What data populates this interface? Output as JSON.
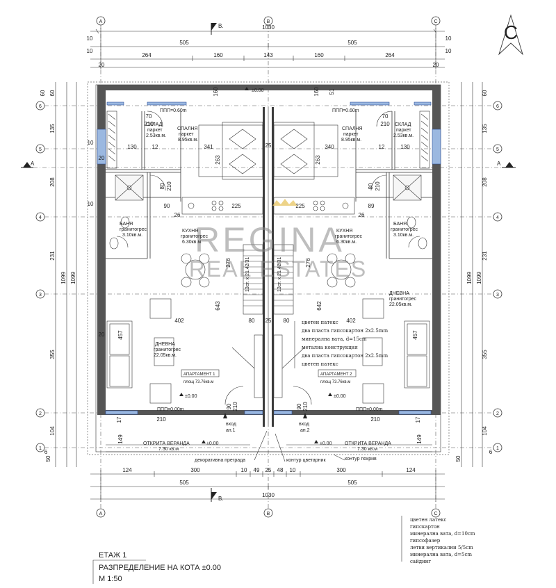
{
  "sheet": {
    "floor": "ЕТАЖ 1",
    "description": "РАЗПРЕДЕЛЕНИЕ НА КОТА ±0.00",
    "scale": "М 1:50"
  },
  "watermark": {
    "line1": "REGINA",
    "line2": "REAL ESTATES"
  },
  "north": {
    "letter": "С"
  },
  "axes": {
    "columns": [
      "А",
      "В",
      "С"
    ],
    "rows": [
      "1",
      "2",
      "3",
      "4",
      "5",
      "6"
    ],
    "section": "А",
    "section_b": "В."
  },
  "dimensions": {
    "top_total": "1030",
    "top_half_left": "505",
    "top_half_right": "505",
    "top_segments": [
      "264",
      "160",
      "143",
      "160",
      "264"
    ],
    "top_small": [
      "10",
      "10",
      "20",
      "20",
      "10",
      "10"
    ],
    "bottom_total": "1030",
    "bottom_half_left": "505",
    "bottom_half_right": "505",
    "bottom_segments": [
      "124",
      "300",
      "10",
      "49",
      "25",
      "48",
      "10",
      "300",
      "124"
    ],
    "side_left": [
      "60",
      "135",
      "208",
      "231",
      "355",
      "104",
      "50"
    ],
    "side_left_total": "1099",
    "side_right": [
      "60",
      "135",
      "208",
      "231",
      "355",
      "104",
      "50"
    ],
    "side_right_total": "1099",
    "interior": [
      "341",
      "263",
      "25",
      "340",
      "263",
      "225",
      "225",
      "276",
      "276",
      "643",
      "642",
      "402",
      "402",
      "457",
      "457",
      "80",
      "25",
      "80",
      "130",
      "130",
      "90",
      "89",
      "26",
      "26",
      "12",
      "12",
      "149",
      "149",
      "17",
      "17",
      "70",
      "210",
      "70",
      "210",
      "80",
      "210",
      "80",
      "210",
      "90",
      "210",
      "90",
      "210",
      "210",
      "210",
      "51",
      "60",
      "160",
      "160",
      "20",
      "20",
      "10",
      "10",
      "6",
      "6"
    ],
    "stairs": [
      "13ст. x 21.42/31",
      "13ст. x 21.42/31"
    ]
  },
  "levels": {
    "top": "±0.00",
    "left_apt": "±0.00",
    "right_apt": "±0.00",
    "veranda_left": "±0.00",
    "veranda_right": "±0.00",
    "ppp_top_left": "ППП=0.60m",
    "ppp_top_right": "ППП=0.60m",
    "ppp_bottom_left": "ППП=0.00m",
    "ppp_bottom_right": "ППП=0.00m"
  },
  "rooms": {
    "storage_left": {
      "name": "СКЛАД",
      "floor": "паркет",
      "area": "2.53кв.м."
    },
    "storage_right": {
      "name": "СКЛАД",
      "floor": "паркет",
      "area": "2.53кв.м."
    },
    "bedroom_left": {
      "name": "СПАЛНЯ",
      "floor": "паркет",
      "area": "8.95кв.м."
    },
    "bedroom_right": {
      "name": "СПАЛНЯ",
      "floor": "паркет",
      "area": "8.95кв.м."
    },
    "bath_left": {
      "name": "БАНЯ",
      "floor": "гранитогрес",
      "area": "3.10кв.м."
    },
    "bath_right": {
      "name": "БАНЯ",
      "floor": "гранитогрес",
      "area": "3.10кв.м."
    },
    "kitchen_left": {
      "name": "КУХНЯ",
      "floor": "гранитогрес",
      "area": "6.30кв.м."
    },
    "kitchen_right": {
      "name": "КУХНЯ",
      "floor": "гранитогрес",
      "area": "6.30кв.м."
    },
    "living_left": {
      "name": "ДНЕВНА",
      "floor": "гранитогрес",
      "area": "22.05кв.м."
    },
    "living_right": {
      "name": "ДНЕВНА",
      "floor": "гранитогрес",
      "area": "22.05кв.м."
    },
    "veranda_left": {
      "name": "ОТКРИТА ВЕРАНДА",
      "area": "7.30 кв.м"
    },
    "veranda_right": {
      "name": "ОТКРИТА ВЕРАНДА",
      "area": "7.30 кв.м"
    }
  },
  "apartments": {
    "left": {
      "label": "АПАРТАМЕНТ 1",
      "area": "площ 73.76кв.м"
    },
    "right": {
      "label": "АПАРТАМЕНТ 2",
      "area": "площ 73.76кв.м"
    }
  },
  "entrances": {
    "left": "вход",
    "left_sub": "ап.1",
    "right": "вход",
    "right_sub": "ап.2"
  },
  "wall_legend": [
    "цветен патекс",
    "два пласта гипсокартон 2x2.5mm",
    "минерална вата, d=15cm",
    "метална конструкция",
    "два пласта гипсокартон 2x2.5mm",
    "цветен патекс"
  ],
  "callouts": {
    "partition": "декоративна преграда",
    "planter": "контур цветарник",
    "roof": "контур покрив"
  },
  "facade_legend": [
    "цветен латекс",
    "гипскартон",
    "минерална вата, d=10cm",
    "гипсофазер",
    "летви вертикални 5/5cm",
    "минерална вата, d=5cm",
    "сайдинг"
  ]
}
